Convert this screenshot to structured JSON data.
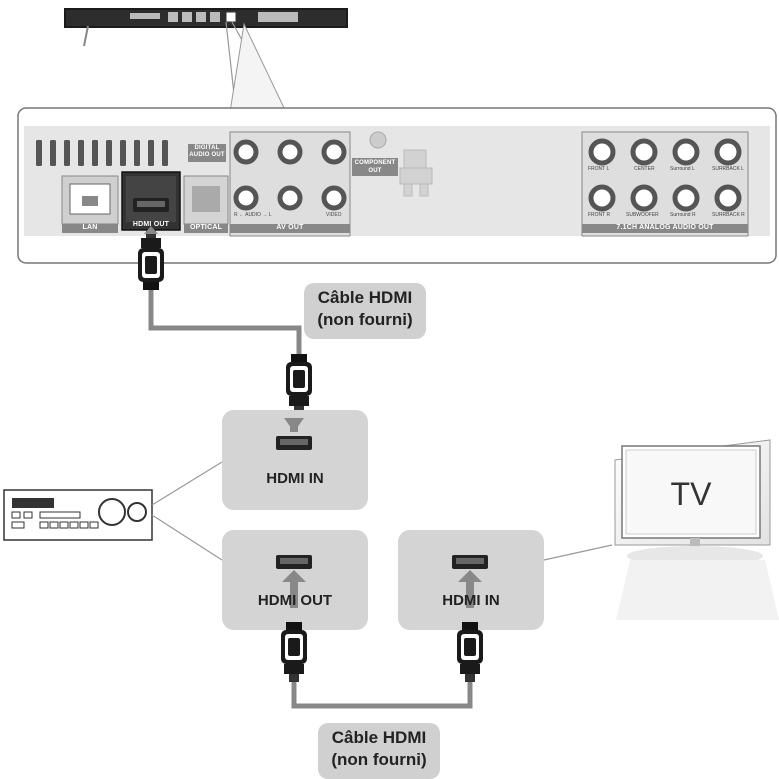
{
  "player_panel": {
    "lan": "LAN",
    "hdmi_out": "HDMI OUT",
    "digital_audio_out": "DIGITAL AUDIO OUT",
    "optical": "OPTICAL",
    "av_out": "AV OUT",
    "audio_row": "R ← AUDIO → L",
    "video": "VIDEO",
    "component_out": "COMPONENT OUT",
    "analog_out": "7.1CH ANALOG AUDIO OUT",
    "front_l": "FRONT L",
    "center": "CENTER",
    "surround_l": "Surround L",
    "surrback_l": "SURRBACK L",
    "front_r": "FRONT R",
    "subwoofer": "SUBWOOFER",
    "surround_r": "Surround R",
    "surrback_r": "SURRBACK R"
  },
  "cable_top": {
    "line1": "Câble HDMI",
    "line2": "(non fourni)"
  },
  "cable_bottom": {
    "line1": "Câble HDMI",
    "line2": "(non fourni)"
  },
  "receiver_bubble_in": "HDMI IN",
  "receiver_bubble_out": "HDMI OUT",
  "tv_bubble_in": "HDMI IN",
  "tv": {
    "label": "TV"
  }
}
